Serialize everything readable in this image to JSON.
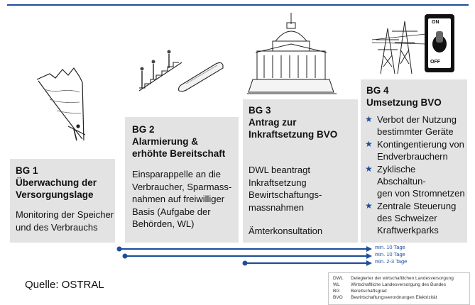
{
  "stages": [
    {
      "title": "BG 1\nÜberwachung der\nVersorgungslage",
      "body": "Monitoring der Speicher\nund des Verbrauchs"
    },
    {
      "title": "BG 2\nAlarmierung &\nerhöhte Bereitschaft",
      "body": "Einsparappelle an die\nVerbraucher, Sparmass-\nnahmen auf freiwilliger\nBasis (Aufgabe der\nBehörden, WL)"
    },
    {
      "title": "BG 3\nAntrag zur\nInkraftsetzung BVO",
      "body": "DWL beantragt\nInkraftsetzung\nBewirtschaftungs-\nmassnahmen",
      "body2": "Ämterkonsultation"
    },
    {
      "title": "BG 4\nUmsetzung BVO",
      "bullets": [
        "Verbot der Nutzung\nbestimmter Geräte",
        "Kontingentierung von\nEndverbrauchern",
        "Zyklische Abschaltun-\ngen von Stromnetzen",
        "Zentrale Steuerung\ndes Schweizer\nKraftwerkparks"
      ]
    }
  ],
  "timeline": [
    "min. 10 Tage",
    "min. 10 Tage",
    "min. 2-3 Tage"
  ],
  "switch": {
    "on": "ON",
    "off": "OFF"
  },
  "source": "Quelle: OSTRAL",
  "legend": [
    {
      "abbr": "DWL",
      "text": "Delegierter der wirtschaftlichen Landesversorgung"
    },
    {
      "abbr": "WL",
      "text": "Wirtschaftliche Landesversorgung des Bundes"
    },
    {
      "abbr": "BG",
      "text": "Bereitschaftsgrad"
    },
    {
      "abbr": "BVO",
      "text": "Bewirtschaftungsverordnungen Elektrizität"
    }
  ],
  "colors": {
    "accent": "#1f4e9a",
    "panel": "#e3e3e3",
    "bullet_icon": "star"
  }
}
